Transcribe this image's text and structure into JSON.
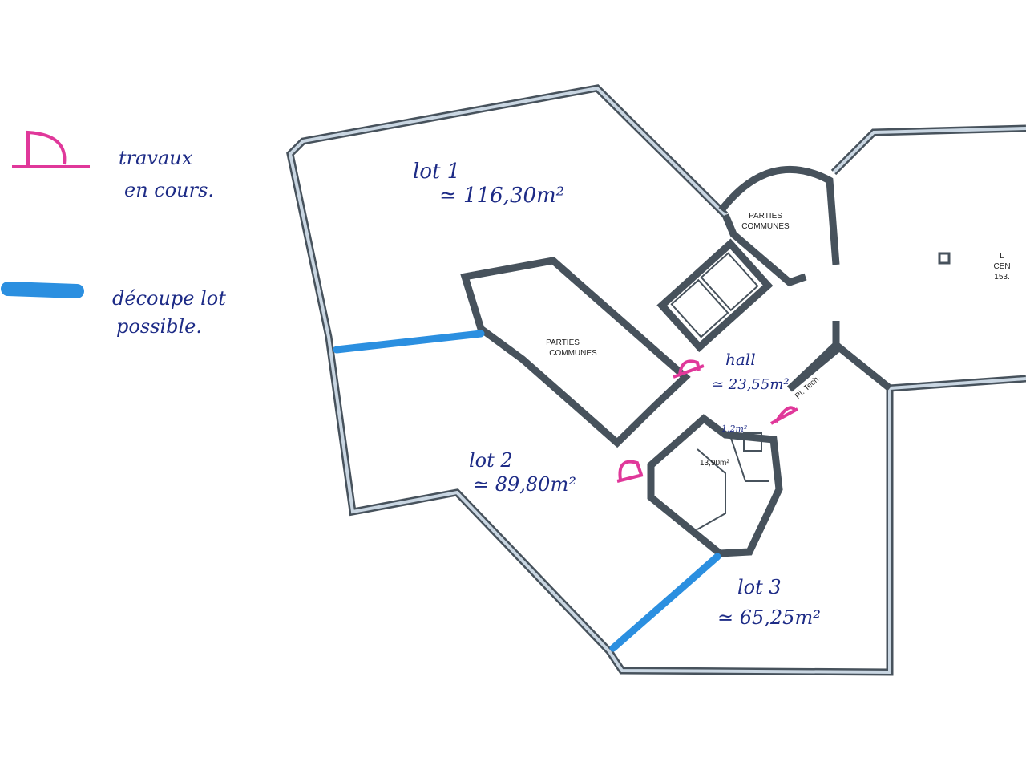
{
  "legend": {
    "works_label_1": "travaux",
    "works_label_2": "en cours.",
    "split_label_1": "découpe lot",
    "split_label_2": "possible.",
    "works_color": "#e0389a",
    "split_color": "#2b8fe0"
  },
  "rooms": {
    "lot1_name": "lot 1",
    "lot1_area": "≃ 116,30m²",
    "lot2_name": "lot 2",
    "lot2_area": "≃ 89,80m²",
    "lot3_name": "lot 3",
    "lot3_area": "≃ 65,25m²",
    "hall_name": "hall",
    "hall_area": "≃ 23,55m²",
    "small_area": "1,2m²",
    "wc_area": "13,90m²",
    "common1_1": "PARTIES",
    "common1_2": "COMMUNES",
    "common2_1": "PARTIES",
    "common2_2": "COMMUNES",
    "pl_tech": "Pl. Tech.",
    "right_1": "L",
    "right_2": "CEN",
    "right_3": "153."
  }
}
